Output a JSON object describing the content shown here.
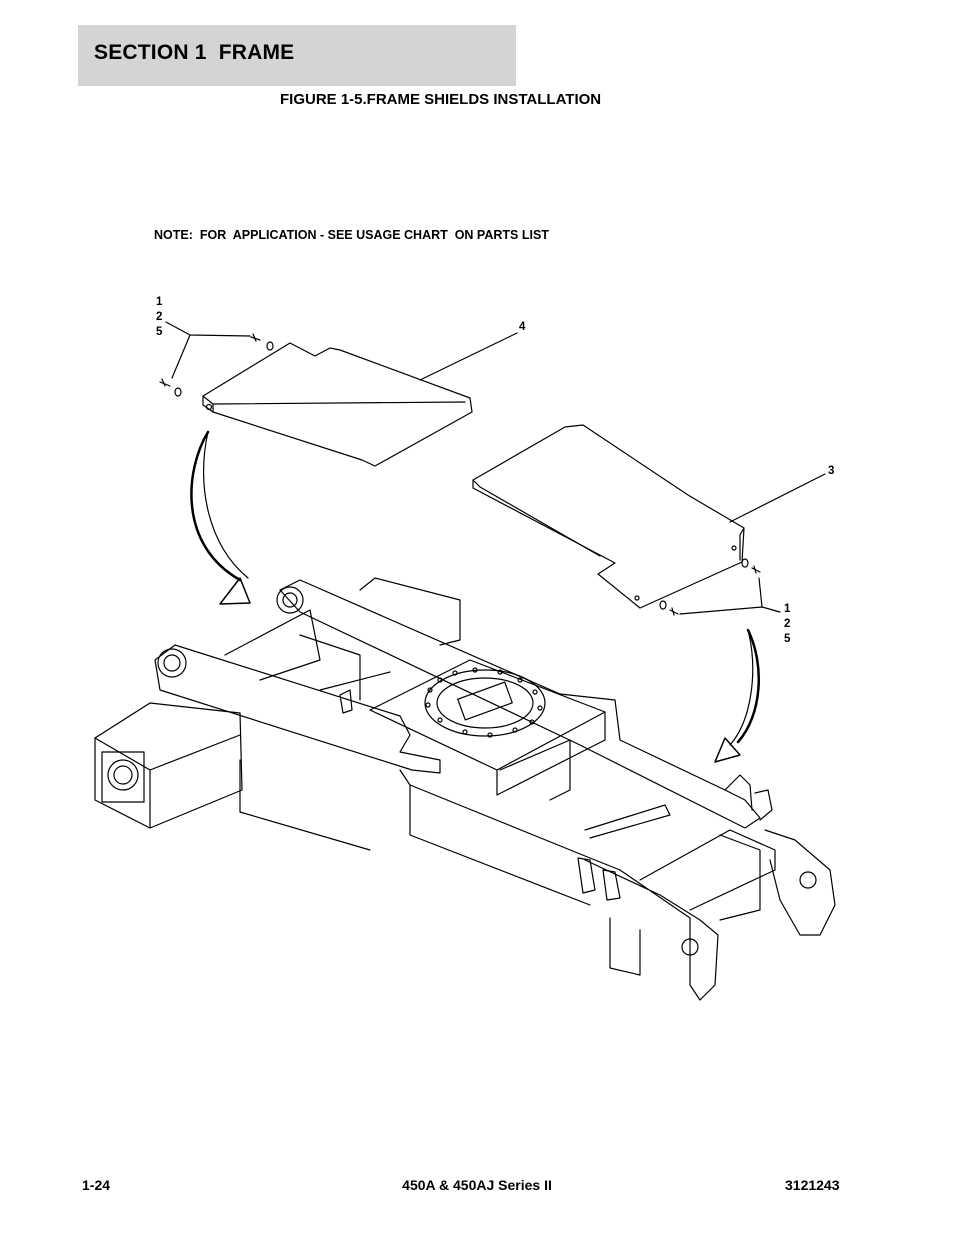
{
  "header": {
    "section_title": "SECTION 1  FRAME"
  },
  "figure": {
    "title": "FIGURE 1-5.FRAME SHIELDS INSTALLATION"
  },
  "note": "NOTE:  FOR  APPLICATION - SEE USAGE CHART  ON PARTS LIST",
  "callouts": {
    "upper_left_hardware": [
      "1",
      "2",
      "5"
    ],
    "upper_shield": "4",
    "lower_shield": "3",
    "lower_right_hardware": [
      "1",
      "2",
      "5"
    ]
  },
  "footer": {
    "page_number": "1-24",
    "model": "450A & 450AJ Series II",
    "doc_number": "3121243"
  }
}
